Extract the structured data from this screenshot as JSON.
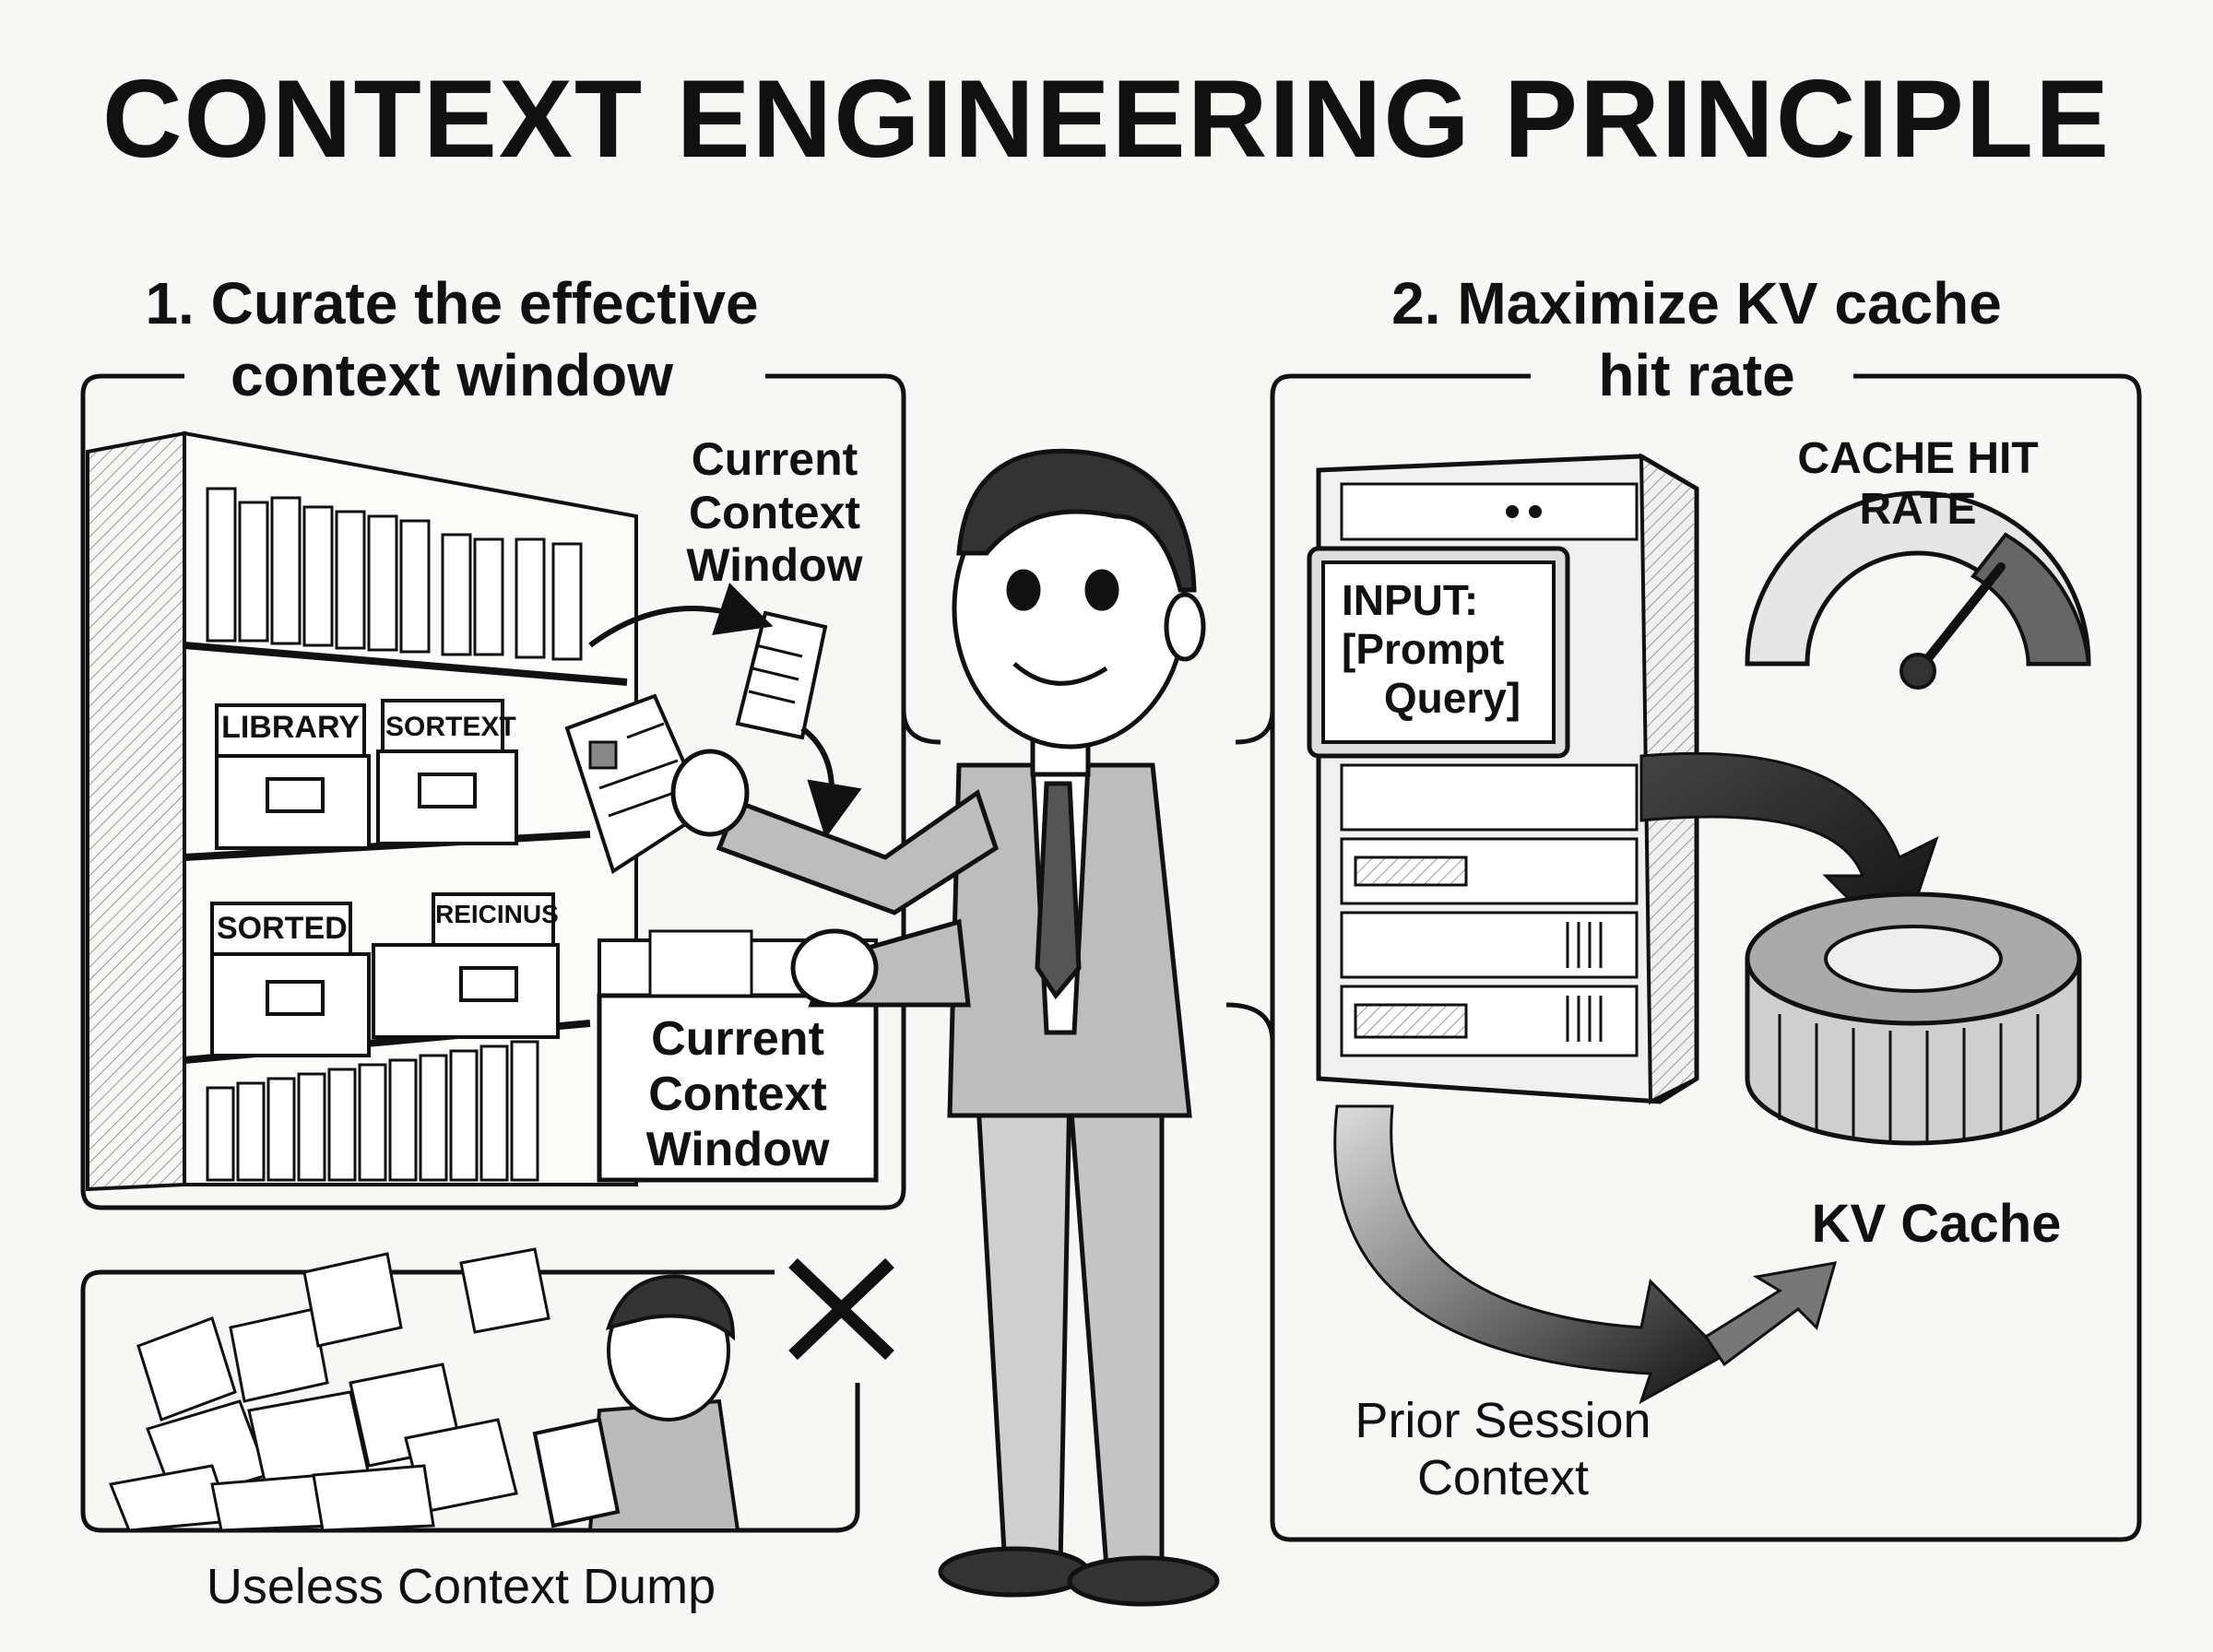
{
  "title": "CONTEXT ENGINEERING PRINCIPLE",
  "left": {
    "heading_line1": "1. Curate the effective",
    "heading_line2": "context window",
    "shelf_labels": [
      "LIBRARY",
      "SORTEXT",
      "SORTED",
      "REICINUS"
    ],
    "current_context_top": [
      "Current",
      "Context",
      "Window"
    ],
    "current_context_box": [
      "Current",
      "Context",
      "Window"
    ],
    "dump_label": "Useless Context Dump"
  },
  "right": {
    "heading_line1": "2. Maximize KV cache",
    "heading_line2": "hit rate",
    "gauge_label": "CACHE HIT RATE",
    "input_box": [
      "INPUT:",
      "[Prompt",
      "Query]"
    ],
    "kv_label": "KV Cache",
    "prior_label": [
      "Prior Session",
      "Context"
    ]
  },
  "colors": {
    "ink": "#111111",
    "paper": "#f7f7f5",
    "gray": "#8a8a8a"
  }
}
